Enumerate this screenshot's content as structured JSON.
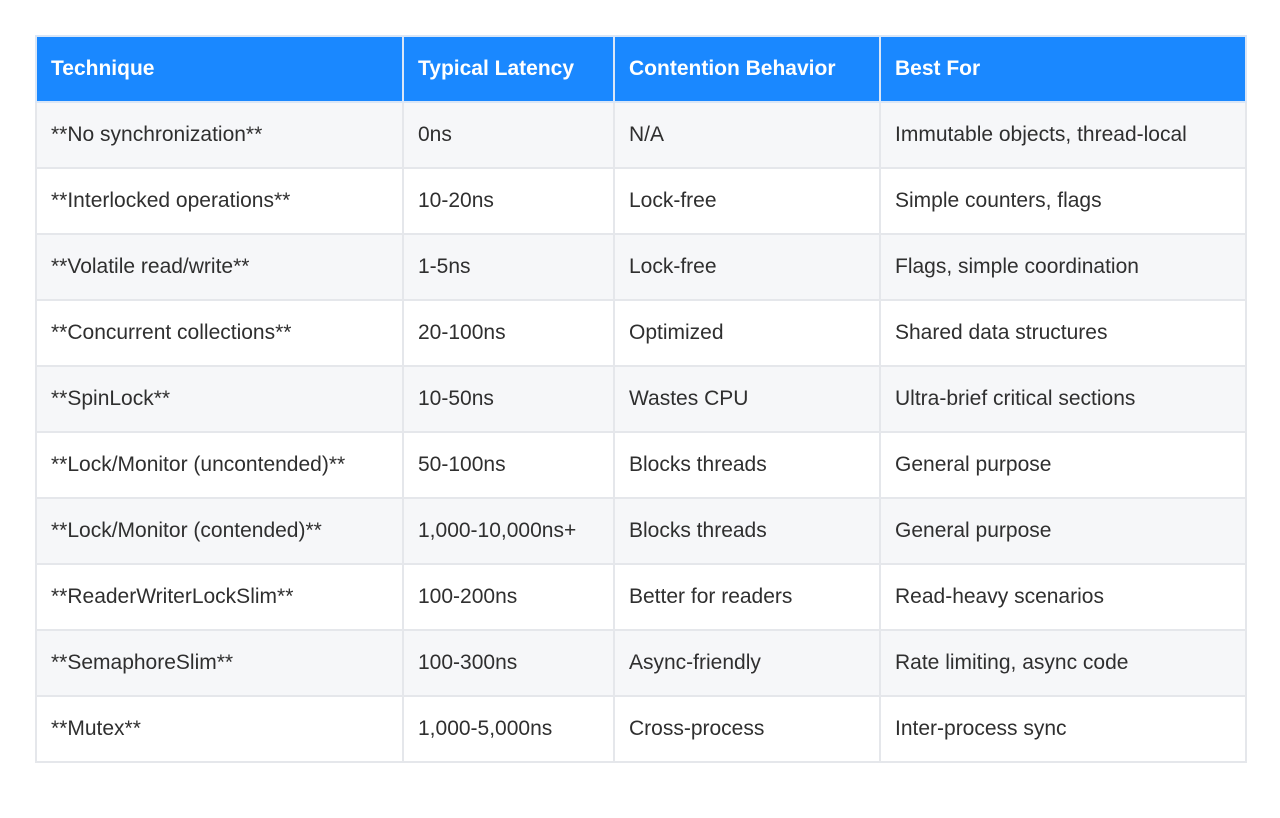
{
  "table": {
    "headers": [
      "Technique",
      "Typical Latency",
      "Contention Behavior",
      "Best For"
    ],
    "rows": [
      [
        "**No synchronization**",
        "0ns",
        "N/A",
        "Immutable objects, thread-local"
      ],
      [
        "**Interlocked operations**",
        "10-20ns",
        "Lock-free",
        "Simple counters, flags"
      ],
      [
        "**Volatile read/write**",
        "1-5ns",
        "Lock-free",
        "Flags, simple coordination"
      ],
      [
        "**Concurrent collections**",
        "20-100ns",
        "Optimized",
        "Shared data structures"
      ],
      [
        "**SpinLock**",
        "10-50ns",
        "Wastes CPU",
        "Ultra-brief critical sections"
      ],
      [
        "**Lock/Monitor (uncontended)**",
        "50-100ns",
        "Blocks threads",
        "General purpose"
      ],
      [
        "**Lock/Monitor (contended)**",
        "1,000-10,000ns+",
        "Blocks threads",
        "General purpose"
      ],
      [
        "**ReaderWriterLockSlim**",
        "100-200ns",
        "Better for readers",
        "Read-heavy scenarios"
      ],
      [
        "**SemaphoreSlim**",
        "100-300ns",
        "Async-friendly",
        "Rate limiting, async code"
      ],
      [
        "**Mutex**",
        "1,000-5,000ns",
        "Cross-process",
        "Inter-process sync"
      ]
    ]
  },
  "colors": {
    "header_bg": "#1a88ff",
    "header_text": "#ffffff",
    "row_alt_bg": "#f6f7f9",
    "border": "#e5e7eb",
    "body_text": "#2f2f2f"
  }
}
